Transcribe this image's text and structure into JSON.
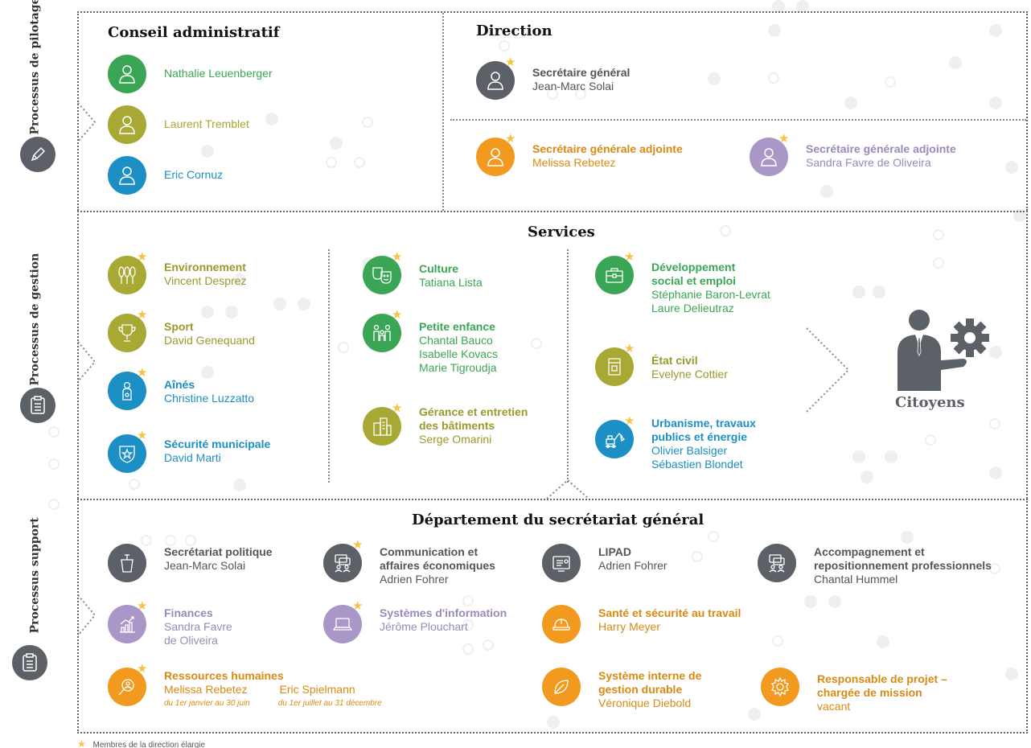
{
  "colors": {
    "green": "#3aa655",
    "olive": "#a8a835",
    "blue": "#1c8fc4",
    "gray": "#5c6167",
    "orange": "#f29a1f",
    "lavender": "#a897c7",
    "star": "#f6c343"
  },
  "side_labels": {
    "pilotage": "Processus de pilotage",
    "gestion": "Processus de gestion",
    "support": "Processus support"
  },
  "conseil": {
    "title": "Conseil administratif",
    "members": [
      {
        "name": "Nathalie Leuenberger",
        "icon": "person-icon",
        "color": "green"
      },
      {
        "name": "Laurent Tremblet",
        "icon": "person-icon",
        "color": "olive"
      },
      {
        "name": "Eric Cornuz",
        "icon": "person-icon",
        "color": "blue"
      }
    ]
  },
  "direction": {
    "title": "Direction",
    "sg": {
      "role": "Secrétaire général",
      "name": "Jean-Marc Solai"
    },
    "adj1": {
      "role": "Secrétaire générale adjointe",
      "name": "Melissa Rebetez"
    },
    "adj2": {
      "role": "Secrétaire générale adjointe",
      "name": "Sandra Favre de Oliveira"
    }
  },
  "services": {
    "title": "Services",
    "environnement": {
      "t": "Environnement",
      "p": "Vincent Desprez"
    },
    "sport": {
      "t": "Sport",
      "p": "David Genequand"
    },
    "aines": {
      "t": "Aînés",
      "p": "Christine Luzzatto"
    },
    "securite": {
      "t": "Sécurité municipale",
      "p": "David Marti"
    },
    "culture": {
      "t": "Culture",
      "p": "Tatiana Lista"
    },
    "petite_enfance": {
      "t": "Petite enfance",
      "p1": "Chantal Bauco",
      "p2": "Isabelle Kovacs",
      "p3": "Marie Tigroudja"
    },
    "gerance": {
      "t1": "Gérance et entretien",
      "t2": "des bâtiments",
      "p": "Serge Omarini"
    },
    "dev_social": {
      "t1": "Développement",
      "t2": "social et emploi",
      "p1": "Stéphanie Baron-Levrat",
      "p2": "Laure Delieutraz"
    },
    "etat_civil": {
      "t": "État civil",
      "p": "Evelyne Cottier"
    },
    "urbanisme": {
      "t1": "Urbanisme, travaux",
      "t2": "publics et énergie",
      "p1": "Olivier Balsiger",
      "p2": "Sébastien Blondet"
    },
    "citoyens": "Citoyens"
  },
  "departement": {
    "title": "Département du secrétariat général",
    "secretariat_politique": {
      "t": "Secrétariat politique",
      "p": "Jean-Marc Solai"
    },
    "communication": {
      "t1": "Communication et",
      "t2": "affaires économiques",
      "p": "Adrien Fohrer"
    },
    "lipad": {
      "t": "LIPAD",
      "p": "Adrien Fohrer"
    },
    "accompagnement": {
      "t1": "Accompagnement et",
      "t2": "repositionnement professionnels",
      "p": "Chantal Hummel"
    },
    "finances": {
      "t": "Finances",
      "p1": "Sandra Favre",
      "p2": "de Oliveira"
    },
    "systemes": {
      "t": "Systèmes d'information",
      "p": "Jérôme Plouchart"
    },
    "sante": {
      "t": "Santé et sécurité au travail",
      "p": "Harry Meyer"
    },
    "rh": {
      "t": "Ressources humaines",
      "p1": "Melissa Rebetez",
      "p2": "Eric Spielmann",
      "d1": "du 1er janvier au 30 juin",
      "d2": "du 1er juillet au 31 décembre"
    },
    "durable": {
      "t1": "Système interne de",
      "t2": "gestion durable",
      "p": "Véronique Diebold"
    },
    "projet": {
      "t1": "Responsable de projet –",
      "t2": "chargée de mission",
      "p": "vacant"
    }
  },
  "legend": "Membres de la direction élargie"
}
